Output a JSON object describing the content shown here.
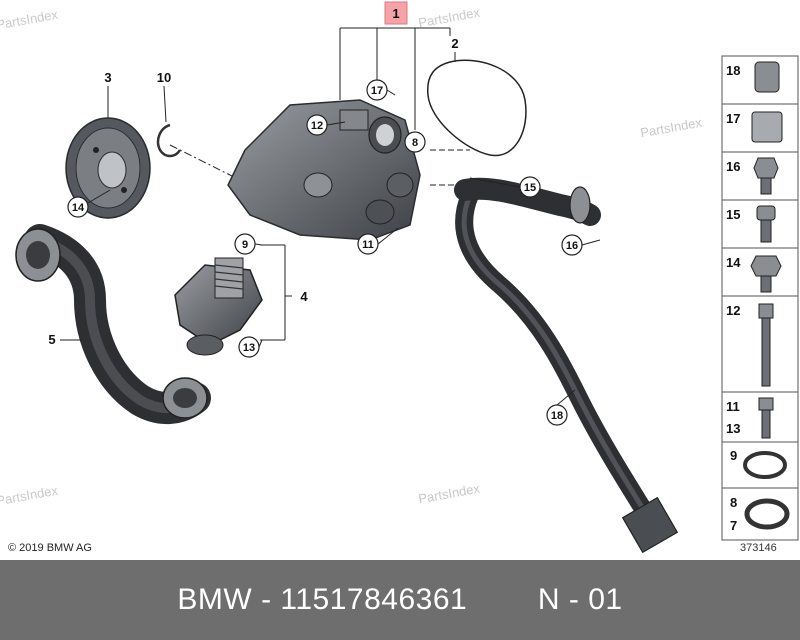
{
  "watermark": "PartsIndex",
  "copyright": "© 2019 BMW AG",
  "diagram_number": "373146",
  "footer": {
    "brand": "BMW",
    "separator": "-",
    "part_number": "11517846361",
    "position": "N - 01"
  },
  "callouts": {
    "c1": "1",
    "c2": "2",
    "c3": "3",
    "c4": "4",
    "c5": "5",
    "c8": "8",
    "c9": "9",
    "c10": "10",
    "c11": "11",
    "c12": "12",
    "c13": "13",
    "c14": "14",
    "c15": "15",
    "c16": "16",
    "c17": "17",
    "c18": "18"
  },
  "panel": {
    "p18": "18",
    "p17": "17",
    "p16": "16",
    "p15": "15",
    "p14": "14",
    "p12": "12",
    "p11": "11",
    "p13": "13",
    "p9": "9",
    "p8": "8",
    "p7": "7"
  },
  "colors": {
    "highlight": "#f5a3a8",
    "footer_bg": "#6e6e6e",
    "part_gray": "#6f7378",
    "part_dark": "#3e4146"
  }
}
